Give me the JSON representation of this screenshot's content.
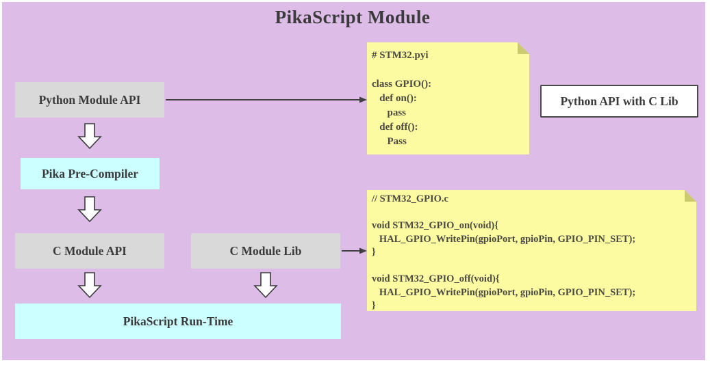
{
  "title": "PikaScript Module",
  "flow": {
    "python_module_api": "Python Module API",
    "pika_pre_compiler": "Pika Pre-Compiler",
    "c_module_api": "C Module API",
    "c_module_lib": "C Module Lib",
    "pikascript_runtime": "PikaScript Run-Time",
    "python_api_with_c_lib": "Python API with C Lib"
  },
  "notes": {
    "pyi": {
      "code": "# STM32.pyi\n\nclass GPIO():\n   def on():\n      pass\n   def off():\n      Pass"
    },
    "c": {
      "code": "// STM32_GPIO.c\n\nvoid STM32_GPIO_on(void){\n   HAL_GPIO_WritePin(gpioPort, gpioPin, GPIO_PIN_SET);\n}\n\nvoid STM32_GPIO_off(void){\n   HAL_GPIO_WritePin(gpioPort, gpioPin, GPIO_PIN_SET);\n}"
    }
  },
  "colors": {
    "panel_background": "#ddbce8",
    "gray_box": "#d9d9d9",
    "cyan_box": "#ccffff",
    "note_yellow": "#fdfba2",
    "note_fold": "#caca6e",
    "text": "#3b3b3b",
    "arrow": "#3f3f3f"
  }
}
